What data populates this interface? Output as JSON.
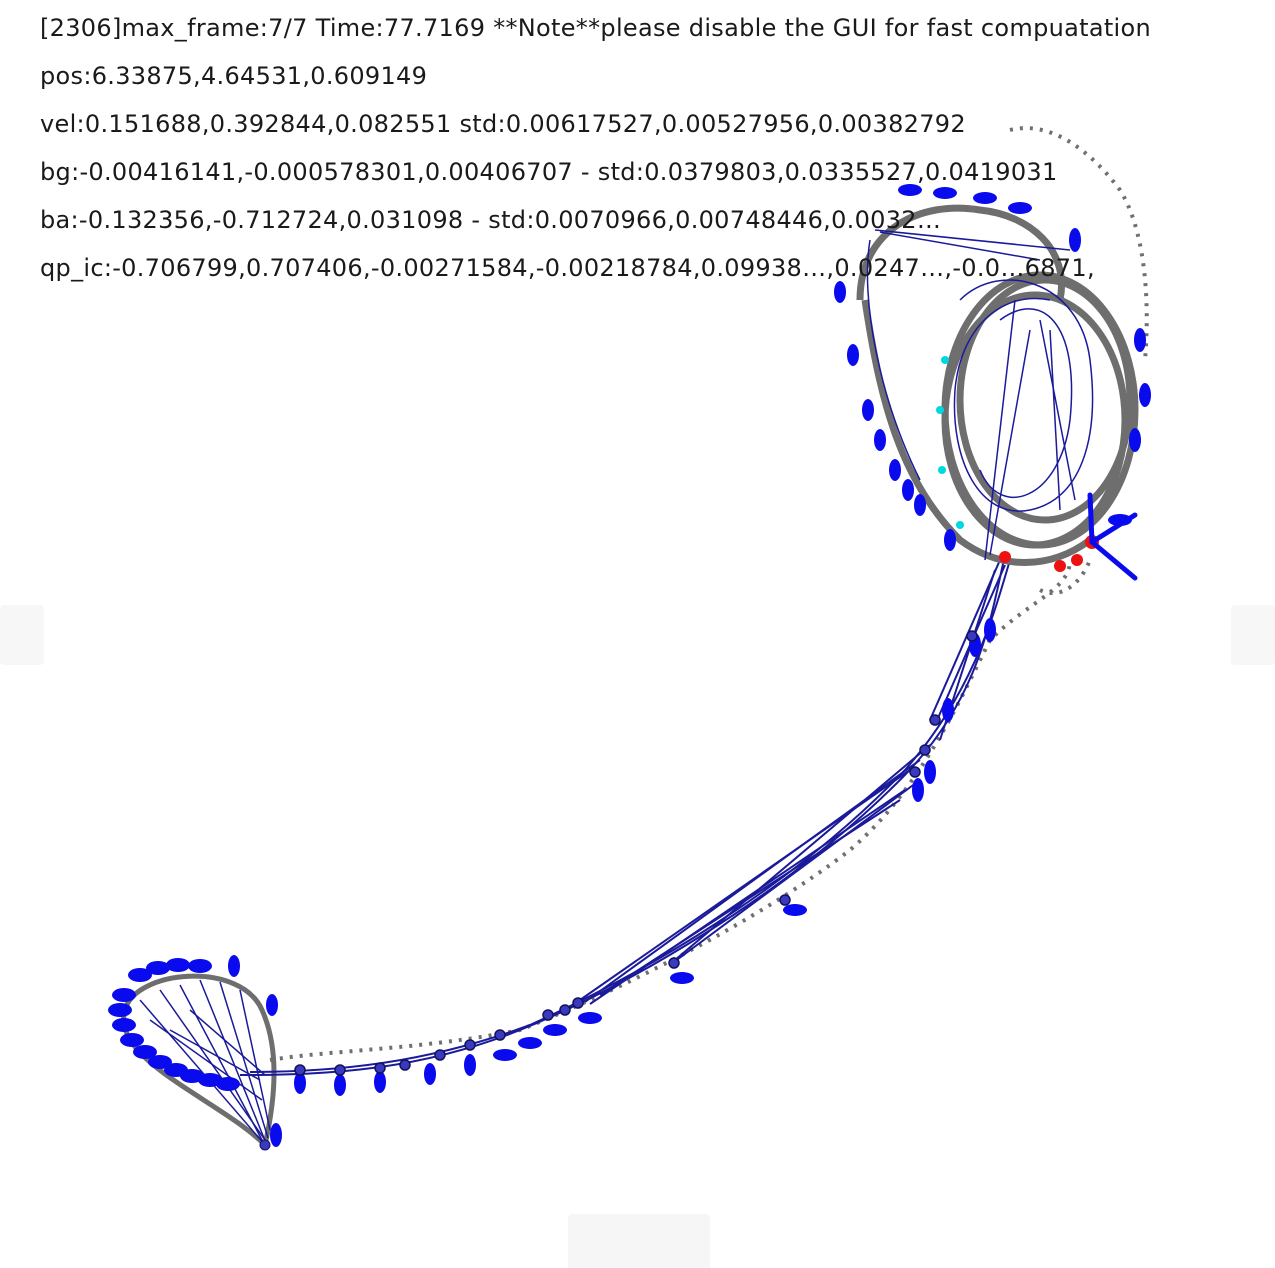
{
  "viewer": {
    "lines": [
      "[2306]max_frame:7/7 Time:77.7169 **Note**please disable the GUI for fast compuatation",
      "pos:6.33875,4.64531,0.609149",
      "vel:0.151688,0.392844,0.082551 std:0.00617527,0.00527956,0.00382792",
      "bg:-0.00416141,-0.000578301,0.00406707 - std:0.0379803,0.0335527,0.0419031",
      "ba:-0.132356,-0.712724,0.031098 - std:0.0070966,0.00748446,0.0032…",
      "qp_ic:-0.706799,0.707406,-0.00271584,-0.00218784,0.09938…,0.0247…,-0.0…6871,"
    ]
  },
  "colors": {
    "background": "#ffffff",
    "trajectory": "#1a1a9a",
    "pose_markers": "#0a0aee",
    "ground_truth": "#707070",
    "highlight_current": "#ee1111",
    "cyan_points": "#00d8e0"
  }
}
